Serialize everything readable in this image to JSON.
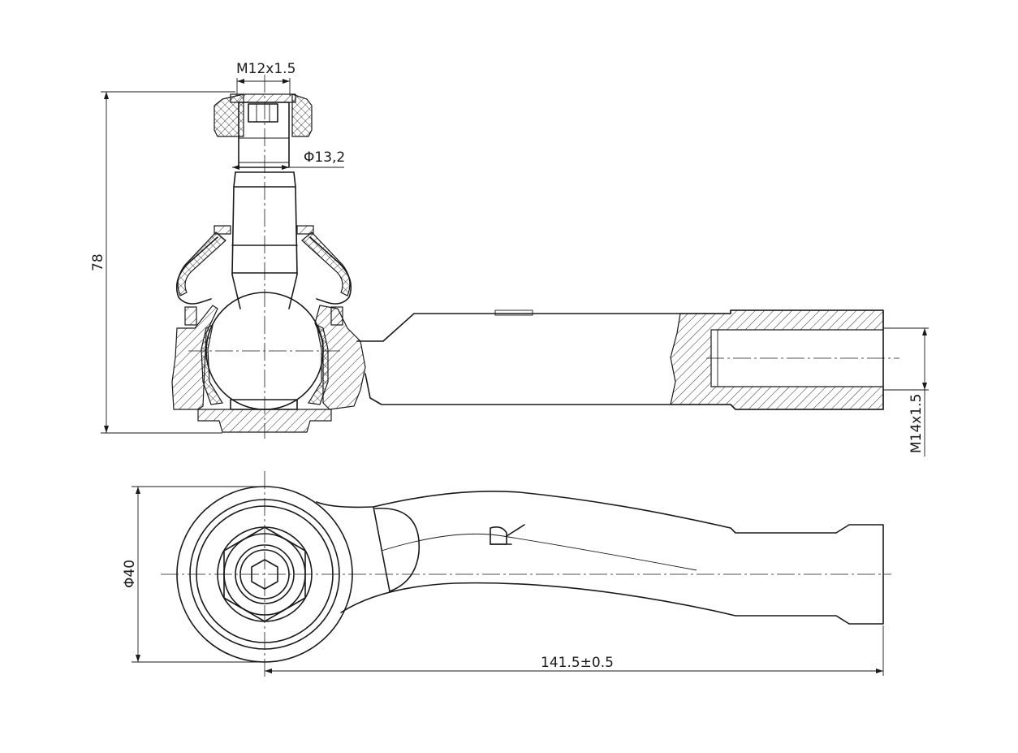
{
  "drawing": {
    "dimensions": {
      "thread_stud": "M12x1.5",
      "stud_diameter": "Φ13,2",
      "overall_height": "78",
      "thread_end": "M14x1.5",
      "eye_diameter": "Φ40",
      "overall_length": "141.5±0.5"
    }
  }
}
